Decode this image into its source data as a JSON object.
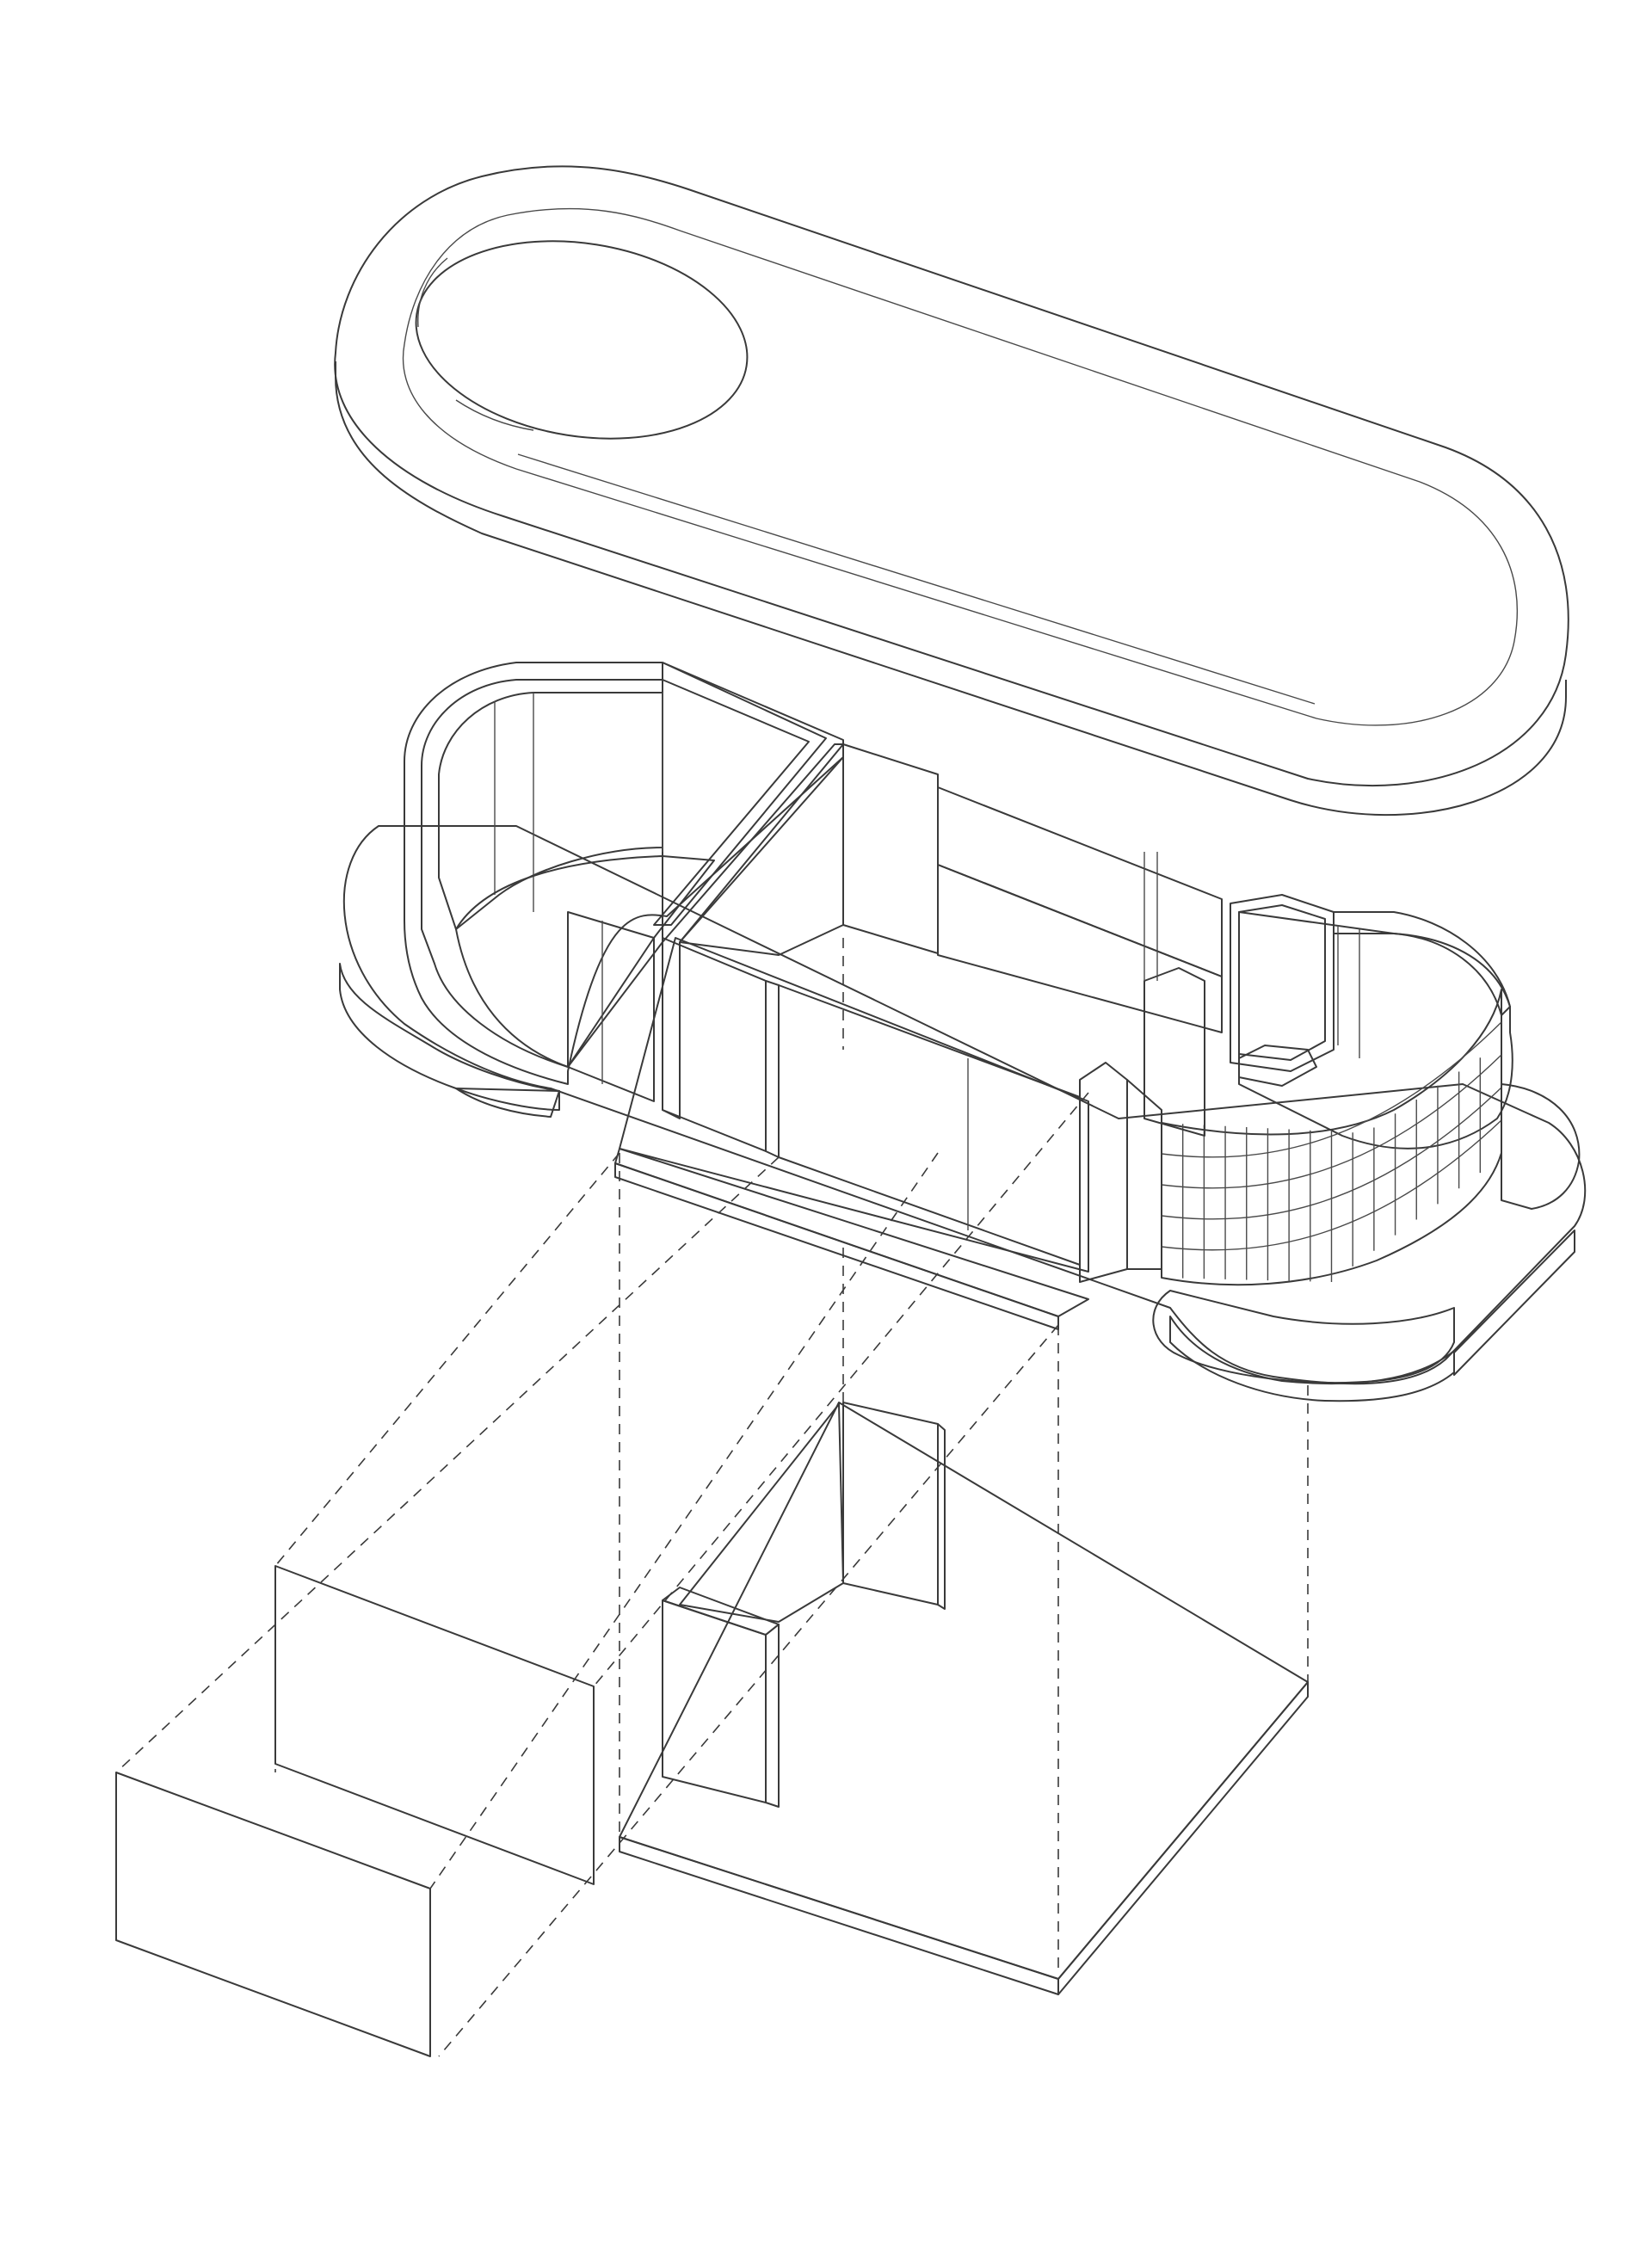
{
  "diagram": {
    "kind": "exploded axonometric",
    "colors": {
      "background": "#ffffff",
      "white_surface": "#f7f7f7",
      "white_side": "#e4e4e4",
      "white_inner": "#d8d8d8",
      "teal_fill": "#97d9d5",
      "teal_dark": "#78aeaa",
      "glass_fill": "#c3ced7",
      "glass_dark": "#8fa0a1",
      "line": "#3a3a3a"
    },
    "components": [
      {
        "id": "roof-slab",
        "material": "white"
      },
      {
        "id": "main-volume",
        "material": "white"
      },
      {
        "id": "teal-core",
        "material": "teal"
      },
      {
        "id": "glass-block-wall",
        "material": "white"
      },
      {
        "id": "glass-panel-front",
        "material": "glass"
      },
      {
        "id": "glass-panel-back",
        "material": "glass"
      },
      {
        "id": "teal-core-exploded",
        "material": "teal"
      }
    ]
  }
}
